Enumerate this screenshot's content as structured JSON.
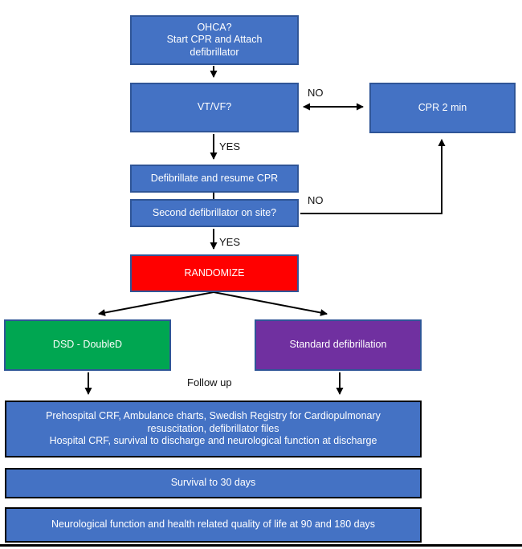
{
  "diagram": {
    "nodes": {
      "ohca": {
        "label": "OHCA?\nStart CPR and Attach\ndefibrillator",
        "color": "#4472C4"
      },
      "vtvf": {
        "label": "VT/VF?",
        "color": "#4472C4"
      },
      "cpr2min": {
        "label": "CPR 2 min",
        "color": "#4472C4"
      },
      "defib_resume": {
        "label": "Defibrillate and resume CPR",
        "color": "#4472C4"
      },
      "second_defib": {
        "label": "Second defibrillator on site?",
        "color": "#4472C4"
      },
      "randomize": {
        "label": "RANDOMIZE",
        "color": "#FF0000"
      },
      "dsd": {
        "label": "DSD - DoubleD",
        "color": "#00A651"
      },
      "standard": {
        "label": "Standard defibrillation",
        "color": "#7030A0"
      },
      "followup_data": {
        "label": "Prehospital CRF, Ambulance charts, Swedish Registry for Cardiopulmonary\nresuscitation, defibrillator files\nHospital CRF, survival to discharge and neurological function at discharge",
        "color": "#4472C4"
      },
      "survival_30": {
        "label": "Survival to 30 days",
        "color": "#4472C4"
      },
      "neuro_qol": {
        "label": "Neurological function and health related quality of life at 90 and 180 days",
        "color": "#4472C4"
      }
    },
    "edge_labels": {
      "vtvf_no": "NO",
      "vtvf_yes": "YES",
      "second_defib_no": "NO",
      "second_defib_yes": "YES",
      "follow_up": "Follow up"
    },
    "colors": {
      "box_blue": "#4472C4",
      "box_border_blue": "#2F5597",
      "box_red": "#FF0000",
      "box_green": "#00A651",
      "box_purple": "#7030A0",
      "wide_box_border": "#000000",
      "arrow": "#000000"
    }
  }
}
